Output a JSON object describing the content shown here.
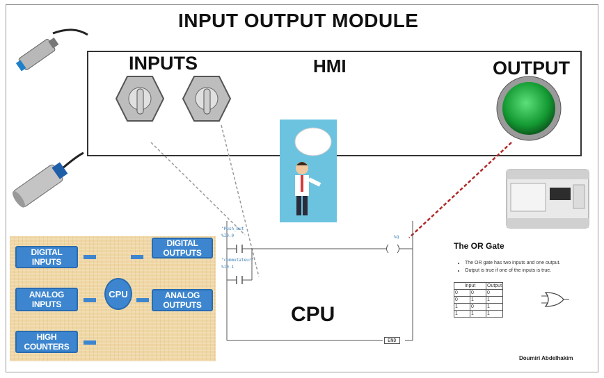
{
  "title": "INPUT OUTPUT MODULE",
  "hmi": {
    "label": "HMI",
    "inputs_label": "INPUTS",
    "output_label": "OUTPUT"
  },
  "cpu_label": "CPU",
  "ladder": {
    "contact1_tag": "\"Push_but",
    "contact1_addr": "%I0.0",
    "contact2_tag": "\"commutateur\"",
    "contact2_addr": "%I0.1",
    "coil_tag": "%Q",
    "end_label": "END"
  },
  "sheet": {
    "digital_inputs": "DIGITAL INPUTS",
    "analog_inputs": "ANALOG INPUTS",
    "high_counters": "HIGH COUNTERS",
    "cpu": "CPU",
    "digital_outputs": "DIGITAL OUTPUTS",
    "analog_outputs": "ANALOG OUTPUTS"
  },
  "or_gate": {
    "title": "The OR Gate",
    "bullets": [
      "The OR gate has two inputs and one output.",
      "Output is true if one of the inputs is true."
    ],
    "headers": [
      "Input",
      "Output"
    ],
    "rows": [
      [
        "0",
        "0",
        "0"
      ],
      [
        "0",
        "1",
        "1"
      ],
      [
        "1",
        "0",
        "1"
      ],
      [
        "1",
        "1",
        "1"
      ]
    ]
  },
  "author": "Doumiri Abdelhakim",
  "colors": {
    "pill": "#3d86cf",
    "sheet": "#efd6a3",
    "lamp": "#1fa93f",
    "dashed_output": "#b02a2a"
  }
}
